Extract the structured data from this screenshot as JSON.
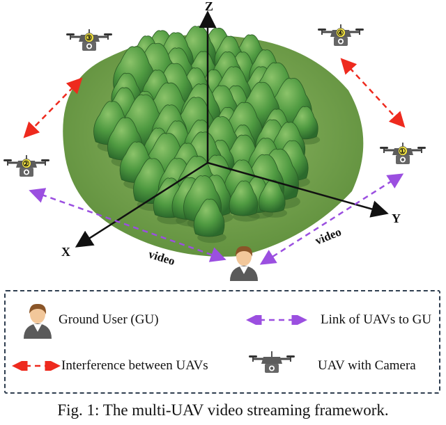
{
  "axes": {
    "x": "X",
    "y": "Y",
    "z": "Z"
  },
  "uavs": [
    {
      "number": "①"
    },
    {
      "number": "②"
    },
    {
      "number": "③"
    },
    {
      "number": "④"
    }
  ],
  "links": {
    "left_label": "video",
    "right_label": "video"
  },
  "legend": {
    "ground_user": "Ground User (GU)",
    "link": "Link of UAVs to GU",
    "interference": "Interference between UAVs",
    "uav_camera": "UAV with Camera"
  },
  "caption": "Fig. 1: The multi-UAV video streaming framework.",
  "colors": {
    "link": "#9b4fe0",
    "interference": "#ee2a1e",
    "drone": "#555555",
    "tree": "#3f8a3a",
    "ground": "#6f9f4a"
  }
}
